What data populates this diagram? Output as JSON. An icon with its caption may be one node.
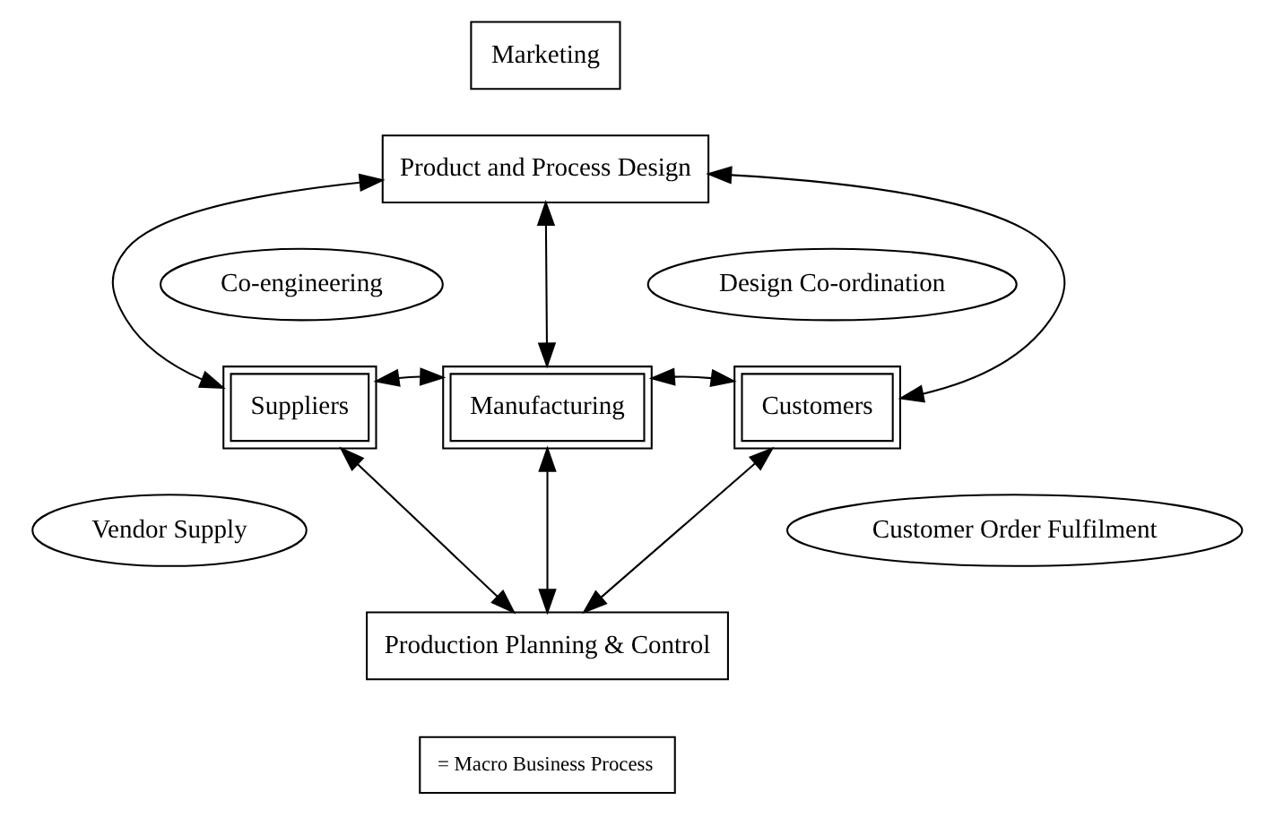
{
  "diagram": {
    "nodes": [
      {
        "text": [
          "Marketing"
        ]
      },
      {
        "text": [
          "Product and Process Design"
        ]
      },
      {
        "text": [
          "Co-engineering"
        ]
      },
      {
        "text": [
          "Design Co-ordination"
        ]
      },
      {
        "text": [
          "Suppliers"
        ]
      },
      {
        "text": [
          "Manufacturing"
        ]
      },
      {
        "text": [
          "Customers"
        ]
      },
      {
        "text": [
          "Vendor Supply"
        ]
      },
      {
        "text": [
          "Customer Order Fulfilment"
        ]
      },
      {
        "text": [
          "Production Planning & Control"
        ]
      }
    ],
    "edges": [
      {
        "from": 1,
        "to": 4,
        "arrow": "both"
      },
      {
        "from": 1,
        "to": 6,
        "arrow": "both"
      },
      {
        "from": 1,
        "to": 5,
        "arrow": "both"
      },
      {
        "from": 4,
        "to": 5,
        "arrow": "both"
      },
      {
        "from": 5,
        "to": 6,
        "arrow": "both"
      },
      {
        "from": 5,
        "to": 9,
        "arrow": "both"
      },
      {
        "from": 4,
        "to": 9,
        "arrow": "both"
      },
      {
        "from": 6,
        "to": 9,
        "arrow": "both"
      }
    ],
    "legend": [
      {
        "text": "= Macro Business Process"
      }
    ]
  }
}
